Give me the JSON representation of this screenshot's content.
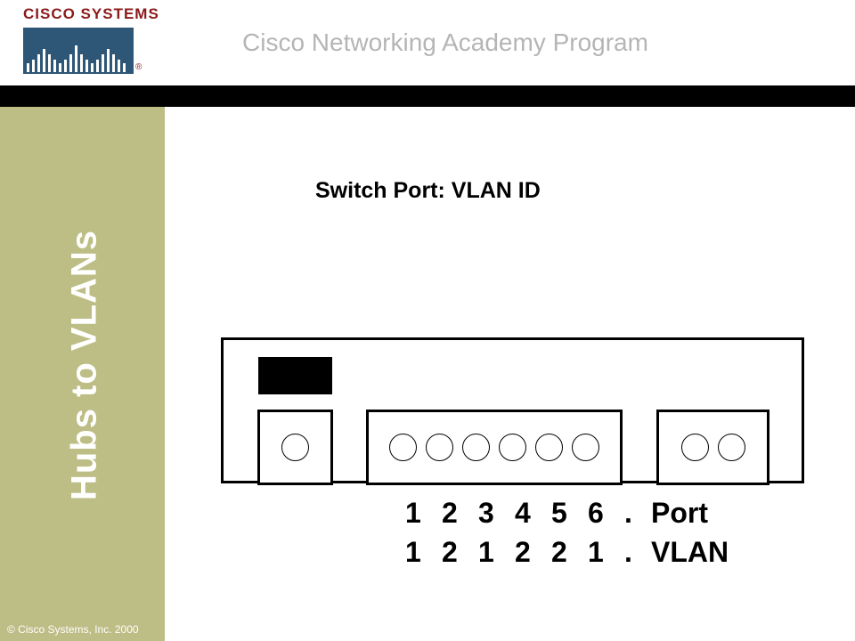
{
  "header": {
    "logo_text": "CISCO SYSTEMS",
    "program_title": "Cisco Networking Academy Program"
  },
  "sidebar": {
    "title": "Hubs to VLANs",
    "copyright": "© Cisco Systems, Inc. 2000"
  },
  "slide": {
    "heading": "Switch Port: VLAN ID",
    "port_row": {
      "values": [
        "1",
        "2",
        "3",
        "4",
        "5",
        "6",
        "."
      ],
      "label": "Port"
    },
    "vlan_row": {
      "values": [
        "1",
        "2",
        "1",
        "2",
        "2",
        "1",
        "."
      ],
      "label": "VLAN"
    }
  },
  "colors": {
    "sidebar_bg": "#bdbd86",
    "topbar": "#000000",
    "logo_red": "#8b1a1a",
    "logo_blue": "#2e5676"
  }
}
